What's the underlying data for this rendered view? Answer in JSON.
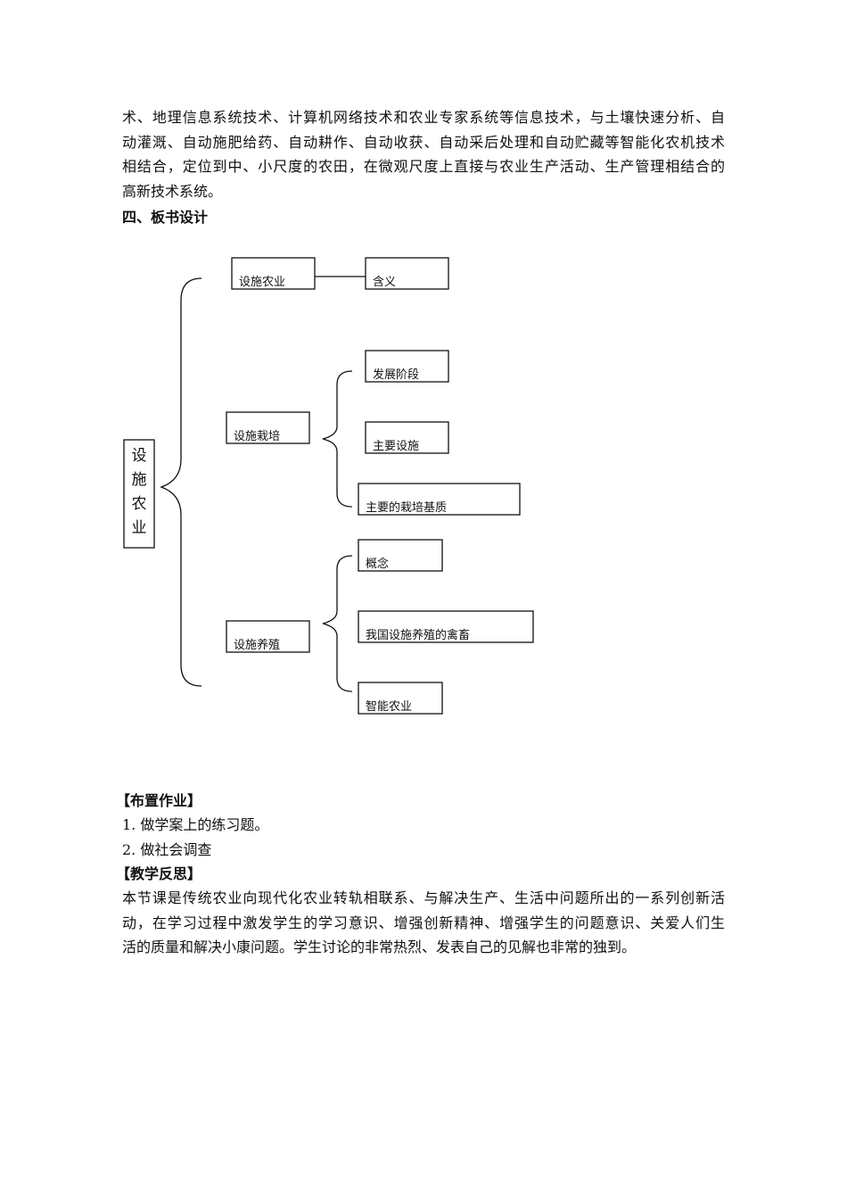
{
  "intro": {
    "lines": [
      "术、地理信息系统技术、计算机网络技术和农业专家系统等信息技术，与土壤快速分析、自",
      "动灌溉、自动施肥给药、自动耕作、自动收获、自动采后处理和自动贮藏等智能化农机技术",
      "相结合，定位到中、小尺度的农田，在微观尺度上直接与农业生产活动、生产管理相结合的",
      "高新技术系统。"
    ]
  },
  "section4_title": "四、板书设计",
  "diagram": {
    "root": [
      "设",
      "施",
      "农",
      "业"
    ],
    "branches": [
      {
        "label": "设施农业",
        "children": [
          "含义"
        ]
      },
      {
        "label": "设施栽培",
        "children": [
          "发展阶段",
          "主要设施",
          "主要的栽培基质"
        ]
      },
      {
        "label": "设施养殖",
        "children": [
          "概念",
          "我国设施养殖的禽畜",
          "智能农业"
        ]
      }
    ]
  },
  "homework": {
    "title": "【布置作业】",
    "items": [
      "1. 做学案上的练习题。",
      "2. 做社会调查"
    ]
  },
  "reflection": {
    "title": "【教学反思】",
    "lines": [
      "本节课是传统农业向现代化农业转轨相联系、与解决生产、生活中问题所出的一系列创新活",
      "动，在学习过程中激发学生的学习意识、增强创新精神、增强学生的问题意识、关爱人们生",
      "活的质量和解决小康问题。学生讨论的非常热烈、发表自己的见解也非常的独到。"
    ]
  }
}
